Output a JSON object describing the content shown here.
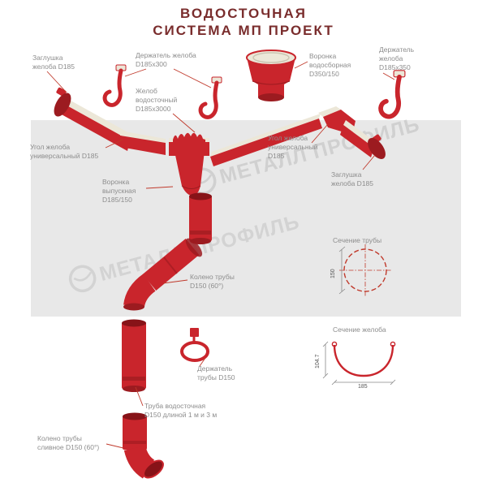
{
  "title": {
    "line1": "ВОДОСТОЧНАЯ",
    "line2": "СИСТЕМА МП ПРОЕКТ"
  },
  "watermark": {
    "text": "МЕТАЛЛ ПРОФИЛЬ"
  },
  "labels": {
    "zaglushka_left": "Заглушка\nжелоба D185",
    "derzhatel_300": "Держатель желоба\nD185x300",
    "voronka_vodosbornaya": "Воронка\nводосборная\nD350/150",
    "derzhatel_350": "Держатель\nжелоба\nD185x350",
    "zhelob_vodostochny": "Желоб\nводосточный\nD185x3000",
    "ugol_left": "Угол желоба\nуниверсальный D185",
    "ugol_right": "Угол желоба\nуниверсальный\nD185",
    "zaglushka_right": "Заглушка\nжелоба D185",
    "voronka_vypusknaya": "Воронка\nвыпускная\nD185/150",
    "koleno_truby": "Колено трубы\nD150 (60°)",
    "sechenie_truby": "Сечение трубы",
    "derzhatel_truby": "Держатель\nтрубы D150",
    "truba_vodostochnaya": "Труба водосточная\nD150 длиной 1 м и 3 м",
    "sechenie_zheloba": "Сечение желоба",
    "koleno_slivnoe": "Колено трубы\nсливное D150 (60°)"
  },
  "dimensions": {
    "pipe_diameter": "150",
    "gutter_height": "104.7",
    "gutter_width": "185"
  },
  "colors": {
    "red": "#c9252c",
    "dark_red": "#9c1b20",
    "deep_red": "#871318",
    "cream": "#ece7d8",
    "title": "#7a2d2d",
    "label_gray": "#8d8d8d",
    "wall_gray": "#e8e8e8"
  }
}
